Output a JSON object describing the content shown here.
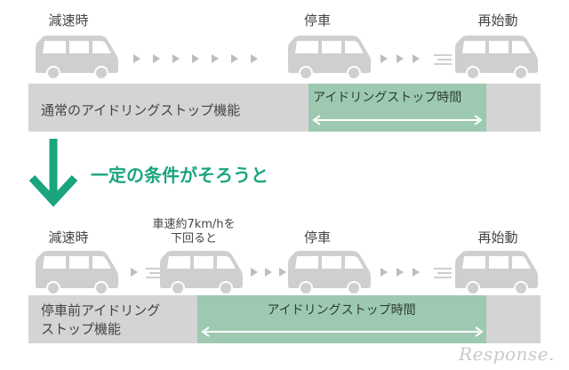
{
  "top": {
    "labels": {
      "decel": "減速時",
      "stop": "停車",
      "restart": "再始動"
    },
    "bar_label": "通常のアイドリングストップ機能",
    "idle_label": "アイドリングストップ時間"
  },
  "condition": "一定の条件がそろうと",
  "bottom": {
    "labels": {
      "decel": "減速時",
      "speed_note_line1": "車速約7km/hを",
      "speed_note_line2": "下回ると",
      "stop": "停車",
      "restart": "再始動"
    },
    "bar_label_line1": "停車前アイドリング",
    "bar_label_line2": "ストップ機能",
    "idle_label": "アイドリングストップ時間"
  },
  "watermark": "Response.",
  "colors": {
    "car": "#cfcfcf",
    "bar": "#d4d4d4",
    "idle": "#9dc9b1",
    "accent": "#1aa57e",
    "arrowhead": "#bdbdbd"
  }
}
